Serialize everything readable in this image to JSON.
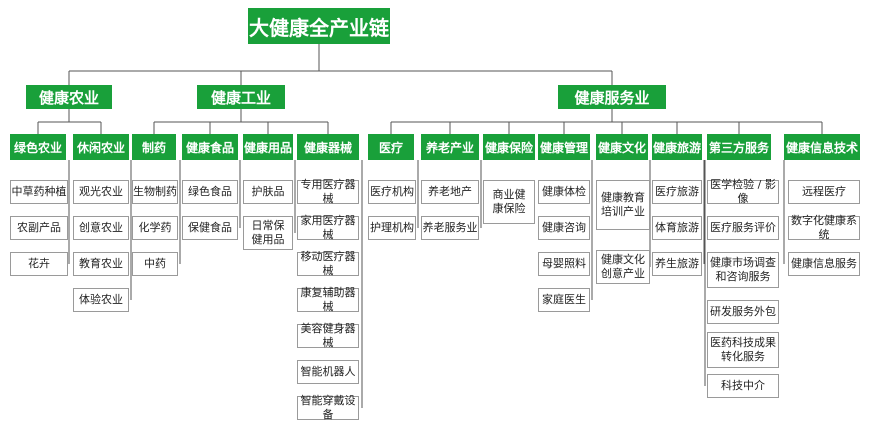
{
  "root": "大健康全产业链",
  "sectors": {
    "agri": "健康农业",
    "industry": "健康工业",
    "service": "健康服务业"
  },
  "cats": {
    "green_agri": "绿色农业",
    "leisure_agri": "休闲农业",
    "pharma": "制药",
    "food": "健康食品",
    "supplies": "健康用品",
    "devices": "健康器械",
    "medical": "医疗",
    "elderly": "养老产业",
    "insurance": "健康保险",
    "management": "健康管理",
    "culture": "健康文化",
    "tourism": "健康旅游",
    "third_party": "第三方服务",
    "info_tech": "健康信息技术"
  },
  "items": {
    "green_agri": [
      "中草药种植",
      "农副产品",
      "花卉"
    ],
    "leisure_agri": [
      "观光农业",
      "创意农业",
      "教育农业",
      "体验农业"
    ],
    "pharma": [
      "生物制药",
      "化学药",
      "中药"
    ],
    "food": [
      "绿色食品",
      "保健食品"
    ],
    "supplies": [
      "护肤品",
      "日常保健用品"
    ],
    "devices": [
      "专用医疗器械",
      "家用医疗器械",
      "移动医疗器械",
      "康复辅助器械",
      "美容健身器械",
      "智能机器人",
      "智能穿戴设备"
    ],
    "medical": [
      "医疗机构",
      "护理机构"
    ],
    "elderly": [
      "养老地产",
      "养老服务业"
    ],
    "insurance": [
      "商业健康保险"
    ],
    "management": [
      "健康体检",
      "健康咨询",
      "母婴照料",
      "家庭医生"
    ],
    "culture": [
      "健康教育培训产业",
      "健康文化创意产业"
    ],
    "tourism": [
      "医疗旅游",
      "体育旅游",
      "养生旅游"
    ],
    "third_party": [
      "医学检验 / 影像",
      "医疗服务评价",
      "健康市场调查和咨询服务",
      "研发服务外包",
      "医药科技成果转化服务",
      "科技中介"
    ],
    "info_tech": [
      "远程医疗",
      "数字化健康系统",
      "健康信息服务"
    ]
  },
  "colors": {
    "green": "#19a03a",
    "line": "#555555",
    "border": "#9a9a9a"
  }
}
